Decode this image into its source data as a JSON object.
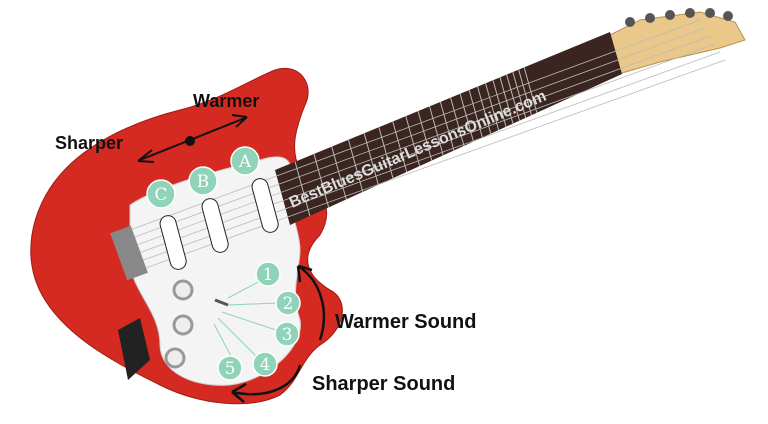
{
  "labels": {
    "warmer": "Warmer",
    "sharper": "Sharper",
    "warmer_sound": "Warmer Sound",
    "sharper_sound": "Sharper Sound",
    "watermark": "BestBluesGuitarLessonsOnline.com"
  },
  "pickups": [
    "A",
    "B",
    "C"
  ],
  "switch_positions": [
    "1",
    "2",
    "3",
    "4",
    "5"
  ],
  "colors": {
    "body": "#d42a22",
    "pickguard": "#f4f4f4",
    "neck": "#3a2520",
    "headstock": "#e9c88a",
    "badge": "#8fd3b8"
  }
}
